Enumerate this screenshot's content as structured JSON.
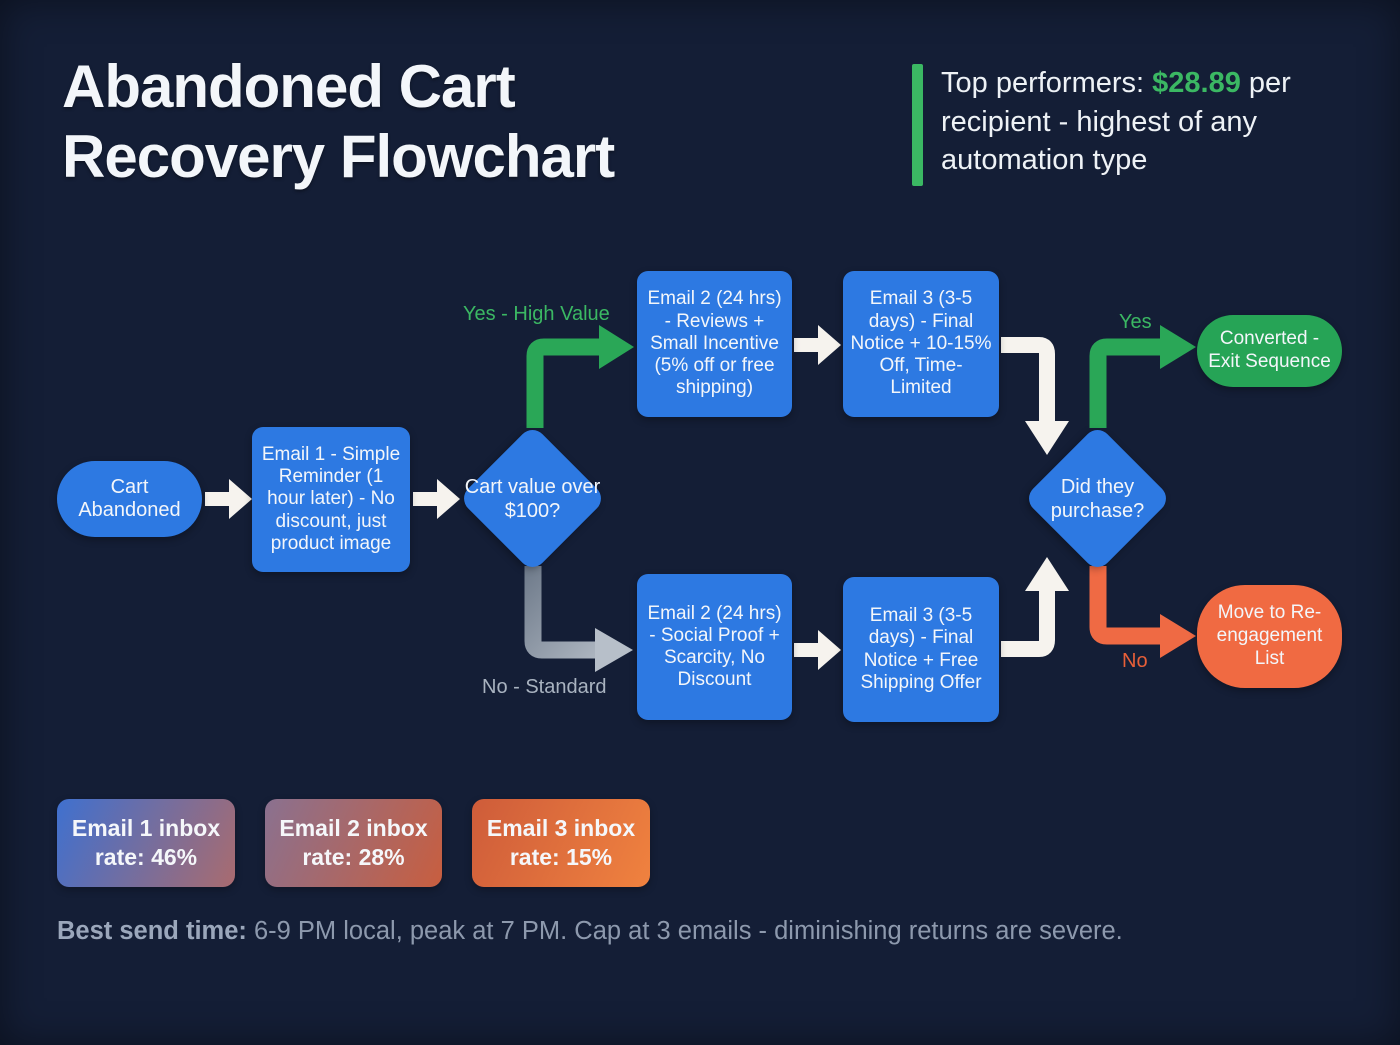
{
  "title": "Abandoned Cart Recovery Flowchart",
  "callout": {
    "prefix": "Top performers: ",
    "highlight": "$28.89",
    "suffix": " per recipient - highest of any automation type"
  },
  "flow": {
    "start": {
      "label": "Cart Abandoned"
    },
    "email1": {
      "label": "Email 1 - Simple Reminder (1 hour later) - No discount, just product image"
    },
    "decision_value": {
      "label": "Cart value over $100?"
    },
    "email2_high": {
      "label": "Email 2 (24 hrs) - Reviews + Small Incentive (5% off or free shipping)"
    },
    "email3_high": {
      "label": "Email 3 (3-5 days) - Final Notice + 10-15% Off, Time-Limited"
    },
    "email2_std": {
      "label": "Email 2 (24 hrs) - Social Proof + Scarcity, No Discount"
    },
    "email3_std": {
      "label": "Email 3 (3-5 days) - Final Notice + Free Shipping Offer"
    },
    "decision_purchase": {
      "label": "Did they purchase?"
    },
    "converted": {
      "label": "Converted - Exit Sequence"
    },
    "reengage": {
      "label": "Move to Re-engagement List"
    },
    "edge_labels": {
      "yes_high_value": "Yes - High Value",
      "no_standard": "No - Standard",
      "yes": "Yes",
      "no": "No"
    }
  },
  "stats": [
    {
      "label": "Email 1 inbox rate: 46%",
      "from": "#3f70cf",
      "to": "#a96b6f"
    },
    {
      "label": "Email 2 inbox rate: 28%",
      "from": "#8a7190",
      "to": "#c85e3f"
    },
    {
      "label": "Email 3 inbox rate: 15%",
      "from": "#ce5c3a",
      "to": "#f0823f"
    }
  ],
  "footer": {
    "bold": "Best send time:",
    "text": " 6-9 PM local, peak at 7 PM. Cap at 3 emails - diminishing returns are severe."
  },
  "colors": {
    "background": "#141e36",
    "node_blue": "#2d79e2",
    "success_green": "#26a456",
    "green_text": "#3bb863",
    "warning_orange": "#f06a42",
    "arrow_white": "#f6f3ee",
    "arrow_gray": "#9aa4b2",
    "label_gray": "#a9b3c0",
    "footer_gray": "#8d99ad"
  }
}
